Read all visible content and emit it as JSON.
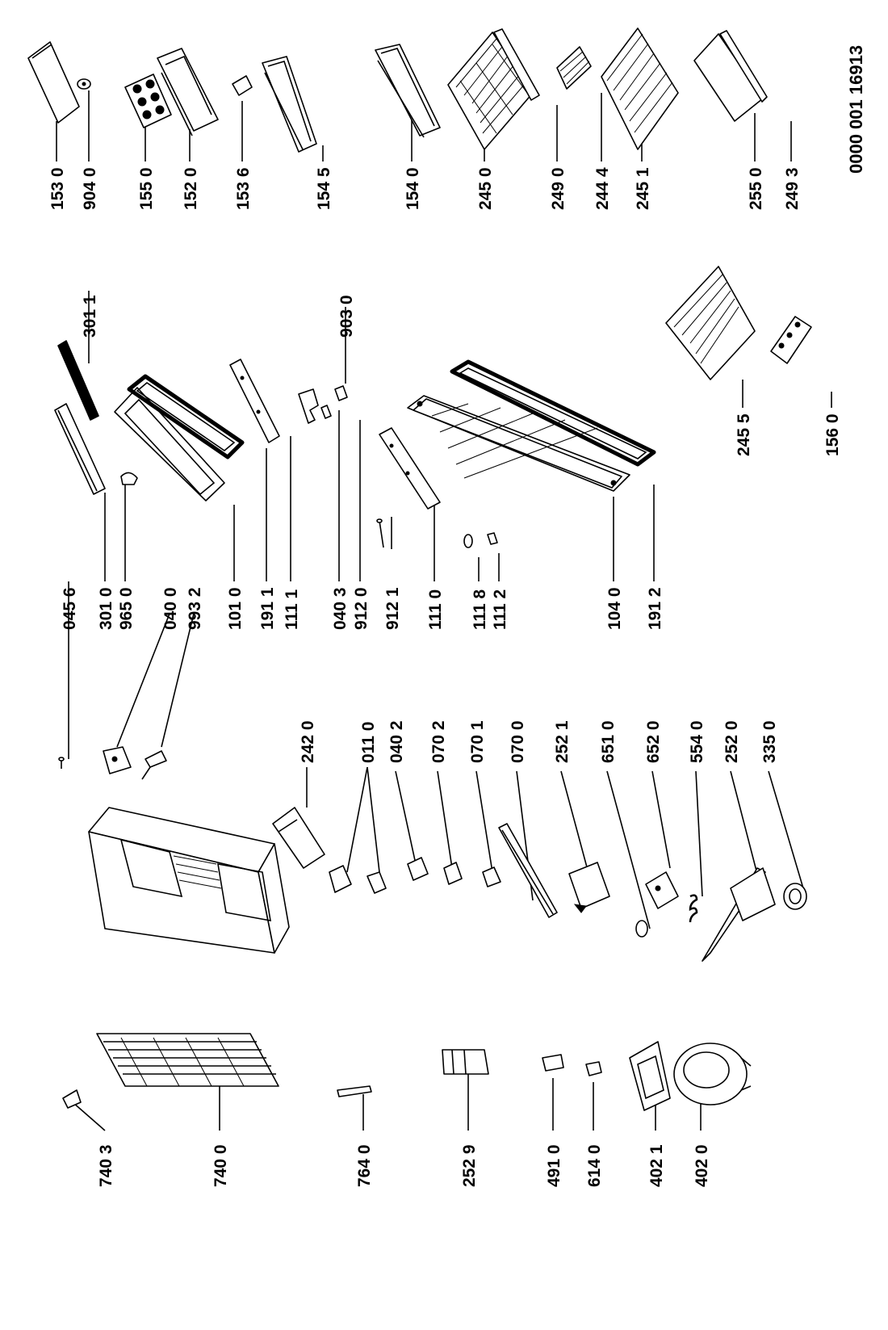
{
  "document_number": "0000 001 16913",
  "labels": {
    "p1530": "153 0",
    "p9040": "904 0",
    "p1550": "155 0",
    "p1520": "152 0",
    "p1536": "153 6",
    "p1545": "154 5",
    "p1540": "154 0",
    "p2450": "245 0",
    "p2490": "249 0",
    "p2444": "244 4",
    "p2451": "245 1",
    "p2550": "255 0",
    "p2493": "249 3",
    "p3011": "301 1",
    "p9030": "903 0",
    "p2455": "245 5",
    "p1560": "156 0",
    "p0456": "045 6",
    "p3010": "301 0",
    "p9650": "965 0",
    "p0400": "040 0",
    "p9932": "993 2",
    "p1010": "101 0",
    "p1911": "191 1",
    "p1111": "111 1",
    "p0403": "040 3",
    "p9120": "912 0",
    "p9121": "912 1",
    "p1110": "111 0",
    "p1118": "111 8",
    "p1112": "111 2",
    "p1040": "104 0",
    "p1912": "191 2",
    "p2420": "242 0",
    "p0110": "011 0",
    "p0402": "040 2",
    "p0702": "070 2",
    "p0701": "070 1",
    "p0700": "070 0",
    "p2521": "252 1",
    "p6510": "651 0",
    "p6520": "652 0",
    "p5540": "554 0",
    "p2520": "252 0",
    "p3350": "335 0",
    "p7403": "740 3",
    "p7400": "740 0",
    "p7640": "764 0",
    "p2529": "252 9",
    "p4910": "491 0",
    "p6140": "614 0",
    "p4021": "402 1",
    "p4020": "402 0"
  }
}
